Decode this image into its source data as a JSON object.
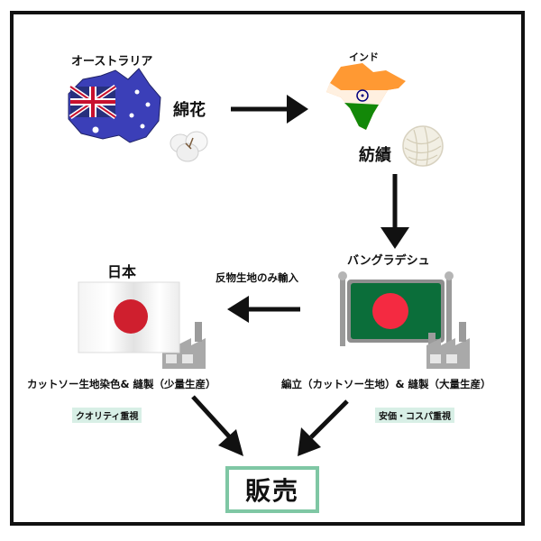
{
  "nodes": {
    "australia": {
      "country": "オーストラリア",
      "product": "綿花"
    },
    "india": {
      "country": "インド",
      "process": "紡績"
    },
    "bangladesh": {
      "country": "バングラデシュ",
      "process": "編立（カットソー生地）& 縫製（大量生産）",
      "tag": "安価・コスパ重視"
    },
    "japan": {
      "country": "日本",
      "process": "カットソー生地染色& 縫製（少量生産）",
      "tag": "クオリティ重視"
    }
  },
  "edges": {
    "bangladesh_to_japan": "反物生地のみ輸入"
  },
  "sale": "販売",
  "icons": [
    "australia-map-flag-icon",
    "cotton-boll-icon",
    "india-map-flag-icon",
    "yarn-ball-icon",
    "bangladesh-flag-icon",
    "factory-icon",
    "japan-flag-icon"
  ],
  "colors": {
    "tag_bg": "#d8efe6",
    "sale_border": "#7fc7a4",
    "arrow": "#111111"
  }
}
